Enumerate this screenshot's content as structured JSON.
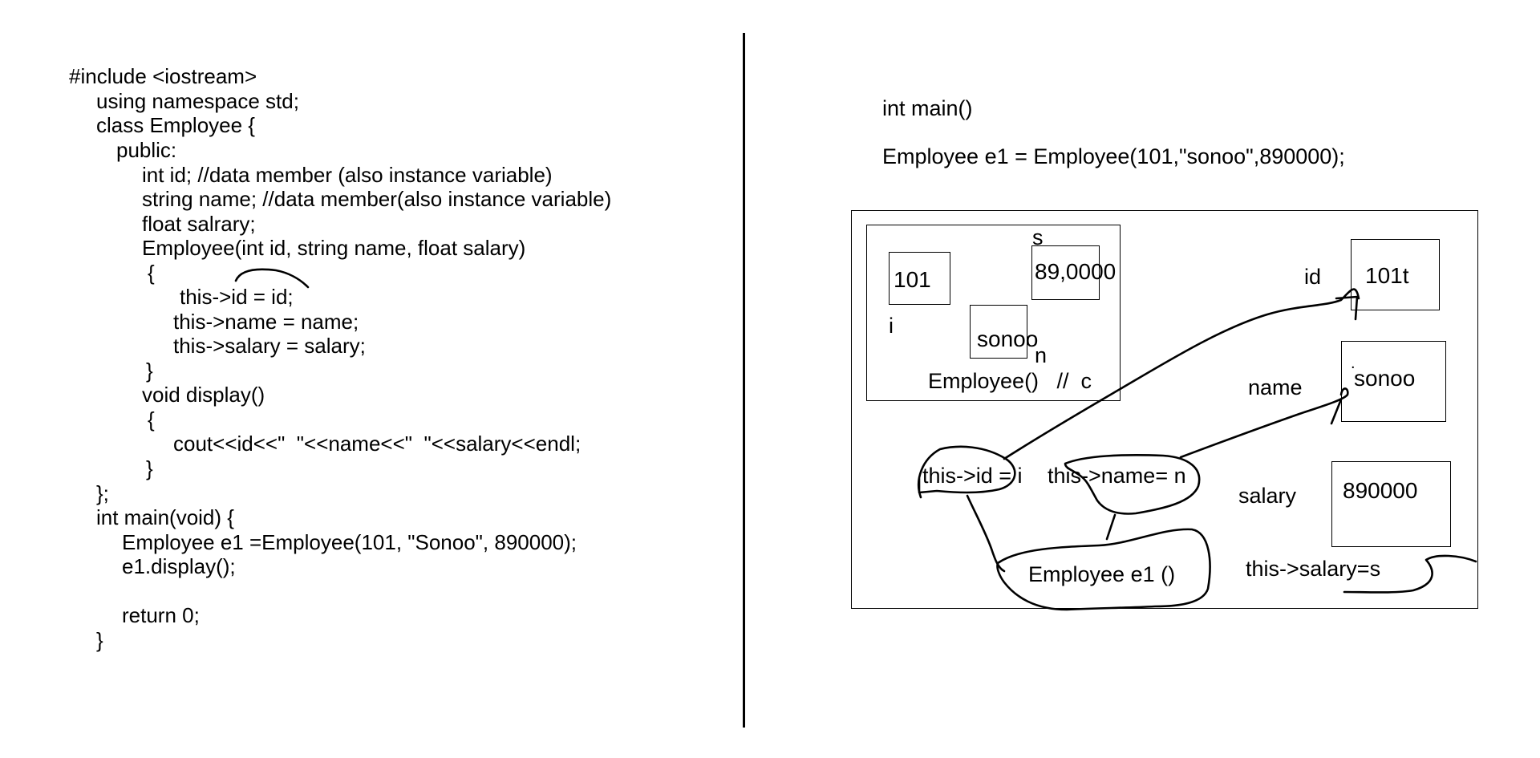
{
  "code": {
    "lines": [
      "#include <iostream>",
      "using namespace std;",
      "class Employee {",
      "public:",
      "int id; //data member (also instance variable)",
      "string name; //data member(also instance variable)",
      "float salrary;",
      "Employee(int id, string name, float salary)",
      "{",
      "this->id = id;",
      "this->name = name;",
      "this->salary = salary;",
      "}",
      "void display()",
      "{",
      "cout<<id<<\"  \"<<name<<\"  \"<<salary<<endl;",
      "}",
      "};",
      "int main(void) {",
      "Employee e1 =Employee(101, \"Sonoo\", 890000);",
      "e1.display();",
      "return 0;",
      "}"
    ]
  },
  "right": {
    "main_label": "int main()",
    "constructor_call": "Employee e1 = Employee(101,\"sonoo\",890000);"
  },
  "diagram": {
    "ctor_box": {
      "param_i_value": "101",
      "param_i_label": "i",
      "param_s_value": "89,0000",
      "param_s_label": "s",
      "param_n_value": "sonoo",
      "param_n_label": "n",
      "caption": "Employee()   //  c"
    },
    "object": {
      "id_label": "id",
      "id_value": "101t",
      "name_label": "name",
      "name_value": "sonoo",
      "name_dot": ".",
      "salary_label": "salary",
      "salary_value": "890000"
    },
    "assign_id": "this->id = i",
    "assign_name": "this->name= n",
    "assign_salary": "this->salary=s",
    "object_name": "Employee e1 ()"
  },
  "colors": {
    "ink": "#000000",
    "background": "#ffffff"
  }
}
